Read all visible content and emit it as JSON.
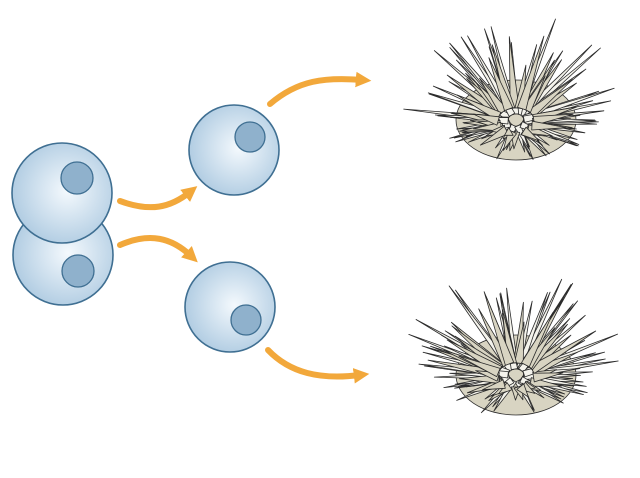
{
  "diagram": {
    "colors": {
      "background": "#ffffff",
      "cell_fill_center": "#f4f9fd",
      "cell_fill_edge": "#a9c7df",
      "cell_outline": "#3f6f92",
      "nucleus_fill": "#8fb1cc",
      "arrow_color": "#f2a83b",
      "spine_fill": "#f4f3ec",
      "spine_outline": "#2b2b2b",
      "test_fill": "#d8d4c2"
    },
    "embryo": {
      "stage": "two-cell",
      "blastomeres": [
        {
          "id": "upper",
          "nucleus": true
        },
        {
          "id": "lower",
          "nucleus": true
        }
      ]
    },
    "separated_cells": [
      {
        "id": "top-cell",
        "nucleus": true
      },
      {
        "id": "bottom-cell",
        "nucleus": true
      }
    ],
    "outcomes": [
      {
        "id": "top-urchin",
        "icon": "sea-urchin-icon"
      },
      {
        "id": "bottom-urchin",
        "icon": "sea-urchin-icon"
      }
    ],
    "arrows": [
      {
        "id": "split-arrow-up",
        "from": "embryo",
        "to": "top-cell"
      },
      {
        "id": "split-arrow-down",
        "from": "embryo",
        "to": "bottom-cell"
      },
      {
        "id": "develop-arrow-top",
        "from": "top-cell",
        "to": "top-urchin"
      },
      {
        "id": "develop-arrow-bottom",
        "from": "bottom-cell",
        "to": "bottom-urchin"
      }
    ]
  }
}
